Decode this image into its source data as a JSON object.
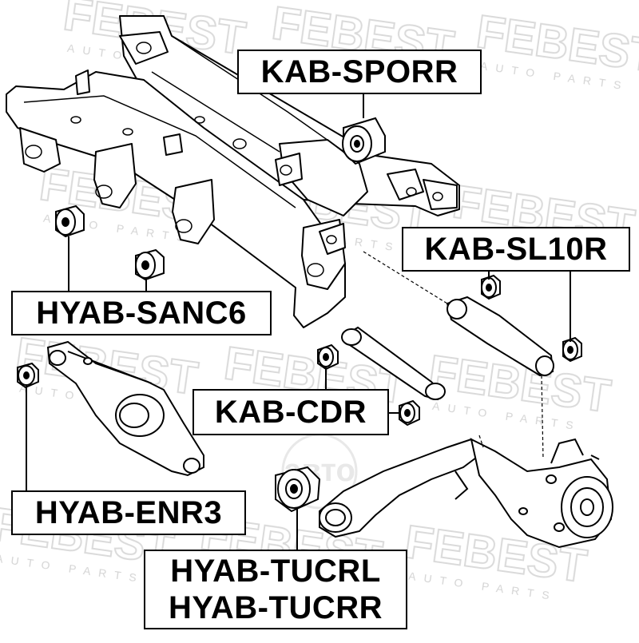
{
  "brand": {
    "logo_text": "FEBEST",
    "tagline": "AUTO PARTS",
    "watermark_color": "#dedede"
  },
  "center_watermark": "авто",
  "colors": {
    "line": "#000000",
    "label_border": "#000000",
    "background": "#ffffff"
  },
  "labels": {
    "kab_sporr": "KAB-SPORR",
    "kab_sl10r": "KAB-SL10R",
    "hyab_sanc6": "HYAB-SANC6",
    "kab_cdr": "KAB-CDR",
    "hyab_enr3": "HYAB-ENR3",
    "hyab_tucrl": "HYAB-TUCRL",
    "hyab_tucrr": "HYAB-TUCRR"
  }
}
